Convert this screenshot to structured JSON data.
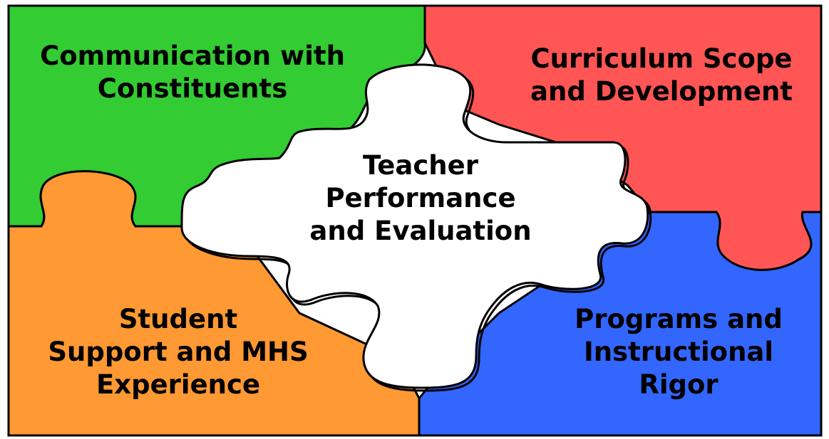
{
  "colors": {
    "top_left": "#33cc33",
    "top_right": "#ff5555",
    "bottom_left": "#ff9933",
    "bottom_right": "#3366ff",
    "center": "#ffffff",
    "outline": "#000000"
  },
  "pieces": {
    "top_left": {
      "lines": [
        "Communication with",
        "Constituents"
      ]
    },
    "top_right": {
      "lines": [
        "Curriculum Scope",
        "and Development"
      ]
    },
    "bottom_left": {
      "lines": [
        "Student",
        "Support and MHS",
        "Experience"
      ]
    },
    "bottom_right": {
      "lines": [
        "Programs and",
        "Instructional",
        "Rigor"
      ]
    },
    "center": {
      "lines": [
        "Teacher",
        "Performance",
        "and Evaluation"
      ]
    }
  }
}
